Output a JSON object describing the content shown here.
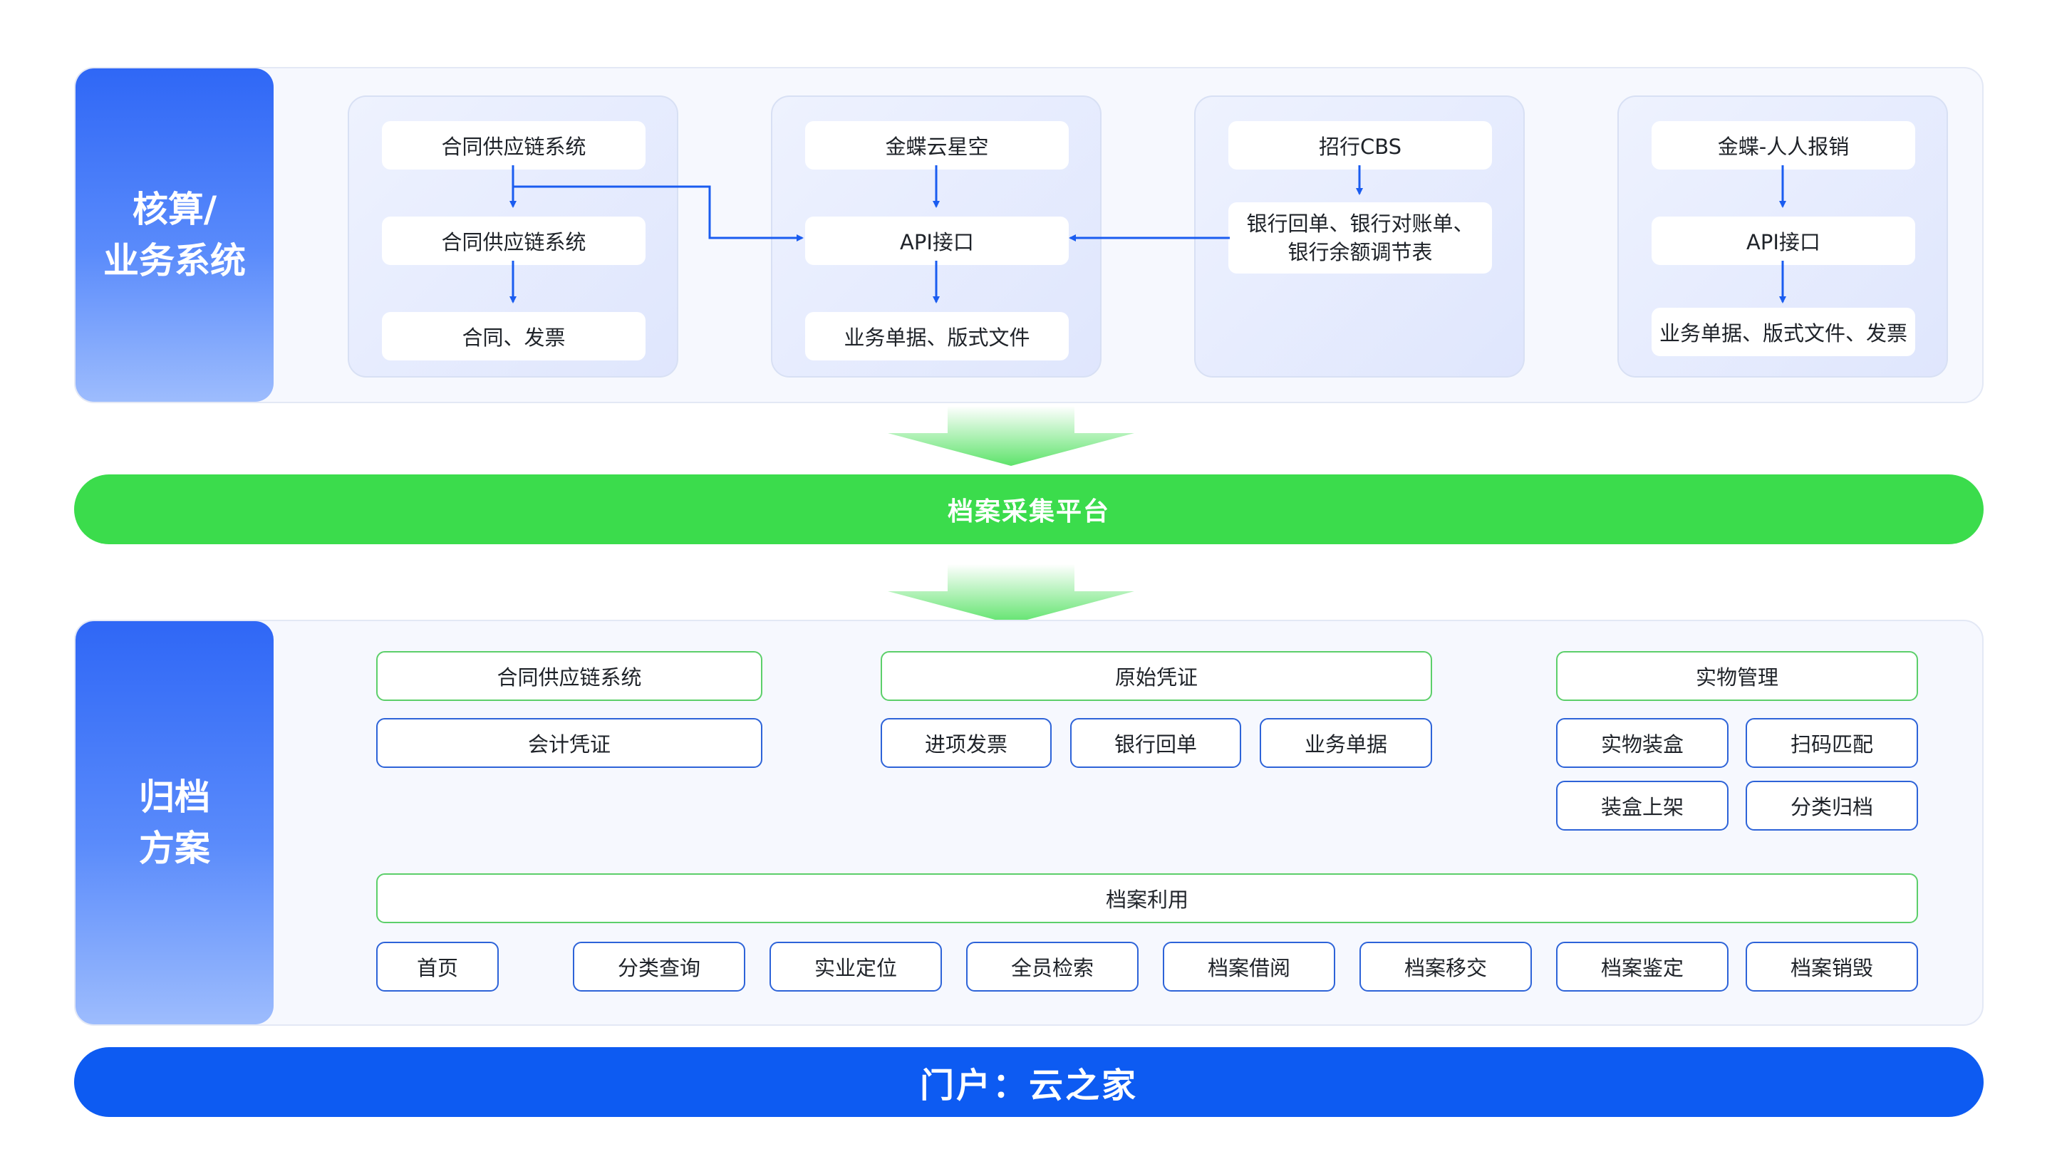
{
  "top": {
    "side_label": "核算/\n业务系统",
    "columns": [
      {
        "items": [
          "合同供应链系统",
          "合同供应链系统",
          "合同、发票"
        ]
      },
      {
        "items": [
          "金蝶云星空",
          "API接口",
          "业务单据、版式文件"
        ]
      },
      {
        "items": [
          "招行CBS",
          "银行回单、银行对账单、\n银行余额调节表"
        ]
      },
      {
        "items": [
          "金蝶-人人报销",
          "API接口",
          "业务单据、版式文件、发票"
        ]
      }
    ]
  },
  "platform": {
    "label": "档案采集平台"
  },
  "archive": {
    "side_label": "归档\n方案",
    "group1": {
      "header": "合同供应链系统",
      "items": [
        "会计凭证"
      ]
    },
    "group2": {
      "header": "原始凭证",
      "items": [
        "进项发票",
        "银行回单",
        "业务单据"
      ]
    },
    "group3": {
      "header": "实物管理",
      "items": [
        "实物装盒",
        "扫码匹配",
        "装盒上架",
        "分类归档"
      ]
    },
    "usage": {
      "header": "档案利用",
      "items": [
        "首页",
        "分类查询",
        "实业定位",
        "全员检索",
        "档案借阅",
        "档案移交",
        "档案鉴定",
        "档案销毁"
      ]
    }
  },
  "portal": {
    "label": "门户：云之家"
  },
  "colors": {
    "primary_blue": "#0d5bf2",
    "green": "#3bdc4c",
    "green_border": "#5ccf6a",
    "blue_border": "#2d63d8",
    "arrow_blue": "#1a5cf0"
  }
}
